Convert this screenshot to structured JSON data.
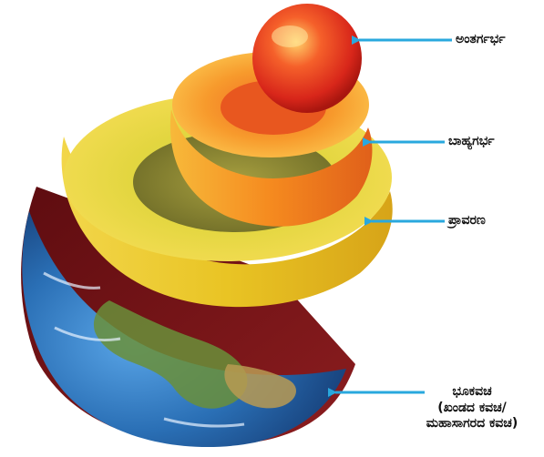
{
  "colors": {
    "arrow": "#29a8de",
    "inner_core": "#e8321a",
    "outer_core": "#f58a1f",
    "mantle": "#e9c424",
    "crust_ocean": "#2a6fb5",
    "crust_land": "#6a8f3a",
    "crust_rim": "#7a1518"
  },
  "icons": [
    "layer-pointer-arrow-icon"
  ],
  "labels": {
    "inner_core": "ಅಂತರ್ಗರ್ಭ",
    "outer_core": "ಬಾಹ್ಯಗರ್ಭ",
    "mantle": "ಪ್ರಾವರಣ",
    "crust_line1": "ಭೂಕವಚ",
    "crust_line2": "(ಖಂಡದ ಕವಚ/",
    "crust_line3": "ಮಹಾಸಾಗರದ ಕವಚ)"
  }
}
